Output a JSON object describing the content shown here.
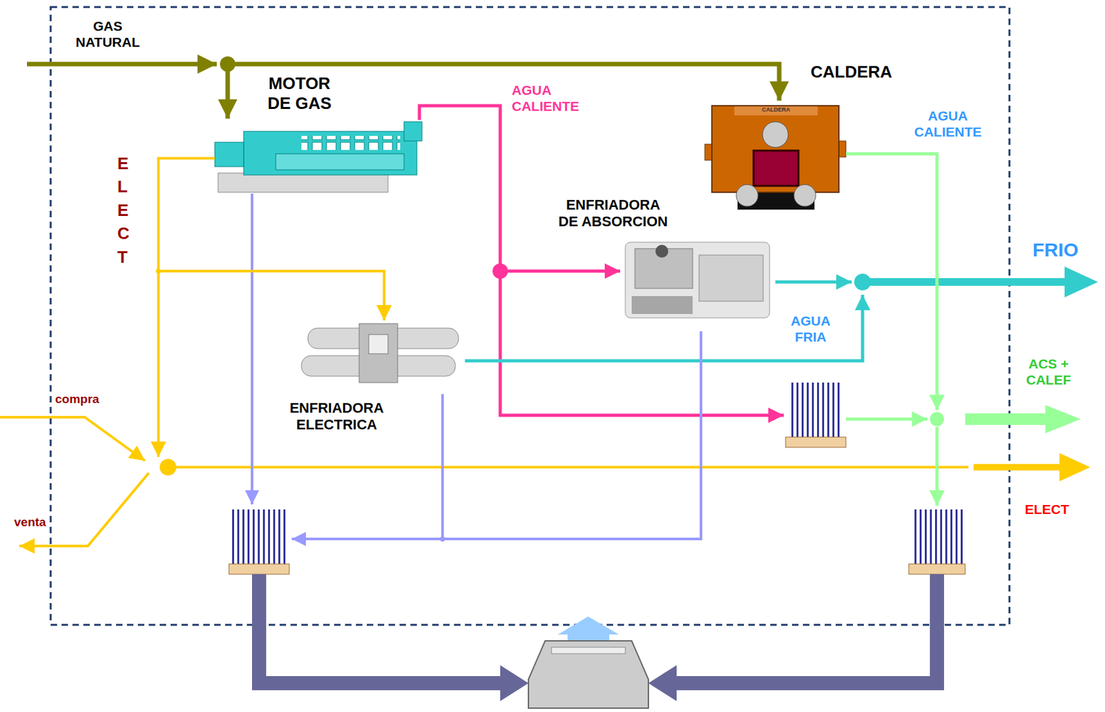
{
  "diagram": {
    "nodes": [
      {
        "text": [
          "MOTOR DE GAS"
        ]
      },
      {
        "text": [
          "CALDERA",
          "CALDERA"
        ]
      },
      {
        "text": [
          "ENFRIADORA DE ABSORCION"
        ]
      },
      {
        "text": [
          "ENFRIADORA ELECTRICA"
        ]
      }
    ],
    "edges": [
      {
        "from": 0,
        "to": 2,
        "arrow": "to"
      },
      {
        "from": 0,
        "to": 3,
        "arrow": "to"
      }
    ],
    "labels": [
      "GAS NATURAL",
      "AGUA CALIENTE",
      "AGUA CALIENTE",
      "ELECT",
      "FRIO",
      "AGUA FRIA",
      "compra",
      "venta",
      "ACS + CALEF",
      "ELECT"
    ]
  }
}
